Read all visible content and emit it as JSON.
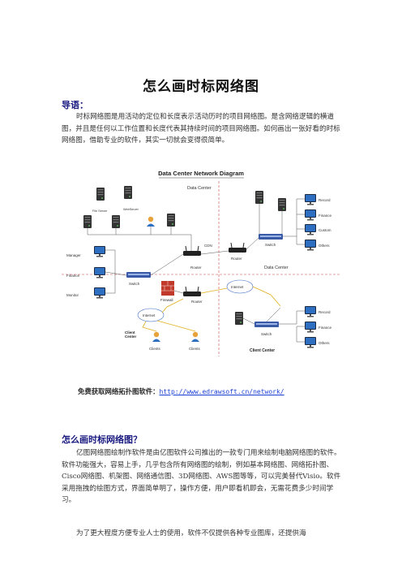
{
  "title": "怎么画时标网络图",
  "lead": {
    "heading": "导语：",
    "text": "时标网络图是用活动的定位和长度表示活动历时的项目网络图。是含网络逻辑的横道图，并且是任何以工作位置和长度代表其持续时间的项目网络图。如何画出一张好看的时标网络图，借助专业的软件，其实一切就会变得很简单。"
  },
  "diagram": {
    "title": "Data Center Network Diagram",
    "labels": {
      "data_center_top": "Data Center",
      "file_server": "File Server",
      "web_server": "WebServer",
      "cdn": "CDN",
      "router_left": "Router",
      "router_right": "Router",
      "switch_right": "Switch",
      "record_top": "Record",
      "finance_top": "Finance",
      "custom": "Custom",
      "others_top": "Others",
      "manager": "Manager",
      "finance_left": "Finance",
      "monitor": "Monitor",
      "switch_left": "Switch",
      "data_center_right": "Data Center",
      "firewall": "Firewall",
      "router_center": "Router",
      "internet_center": "Internet",
      "internet_left": "Internet",
      "client_center_left": "Client\nCenter",
      "clients_1": "Clients",
      "clients_2": "Clients",
      "switch_bottom": "Switch",
      "record_bottom": "Record",
      "finance_bottom": "Finance",
      "others_bottom": "Others",
      "client_center_right": "Client Center"
    }
  },
  "link": {
    "label": "免费获取网络拓扑图软件：",
    "url": "http://www.edrawsoft.cn/network/"
  },
  "section": {
    "heading": "怎么画时标网络图？",
    "p1": "亿图网络图绘制作软件是由亿图软件公司推出的一款专门用来绘制电脑网络图的软件。软件功能强大，容易上手，几乎包含所有网络图的绘制，例如基本网络图、网络拓扑图、Cisco网络图、机架图、网络通信图、3D网络图、AWS图等等，可以完美替代Visio。软件采用拖拽的绘图方式，界面简单明了，操作方便，用户即看机即会，无需花费多少时间学习。",
    "p2": "为了更大程度方便专业人士的使用，软件不仅提供各种专业图库，还提供海"
  },
  "colors": {
    "heading": "#1a1a80",
    "link": "#1a3fd6",
    "server": "#3a3a3a",
    "switch": "#3a5aa8",
    "firewall": "#c0392b"
  }
}
